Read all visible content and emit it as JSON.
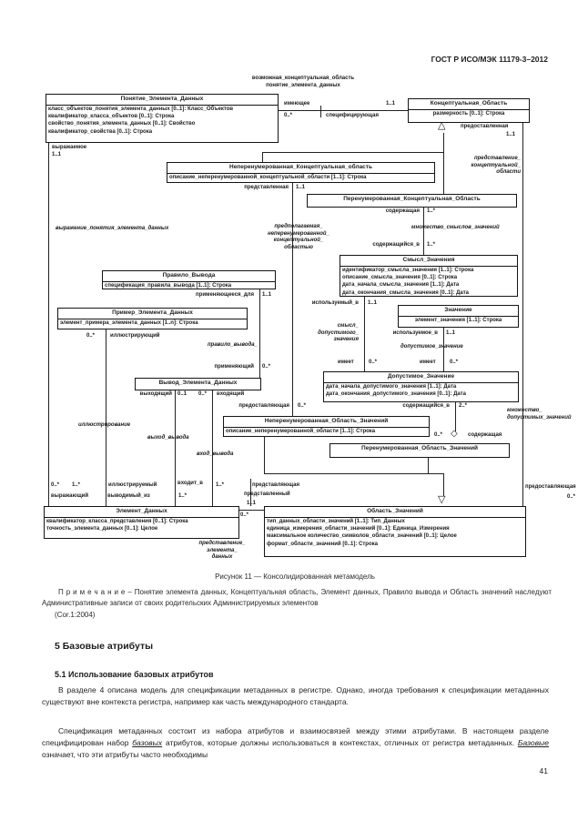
{
  "page": {
    "header_code": "ГОСТ Р ИСО/МЭК 11179-3–2012",
    "figure_caption": "Рисунок 11 — Консолидированная метамодель",
    "note": {
      "label": "П р и м е ч а н и е",
      "text": "– Понятие элемента данных, Концептуальная область, Элемент данных, Правило вывода и Область значений наследуют Административные записи от своих родительских Администрируемых элементов",
      "ref": "(Cor.1:2004)"
    },
    "section5": {
      "heading": "5 Базовые атрибуты",
      "subheading": "5.1 Использование базовых атрибутов",
      "para1": "В разделе 4 описана модель для спецификации метаданных в регистре. Однако, иногда требования к спецификации метаданных существуют вне контекста регистра, например как часть международного стандарта.",
      "para2": {
        "s0": "Спецификация метаданных состоит из набора атрибутов и взаимосвязей между этими атрибутами. В настоящем разделе специфицирован набор ",
        "s1": "базовых",
        "s2": " атрибутов, которые должны использоваться в контекстах, отличных от регистра метаданных. ",
        "s3": "Базовые",
        "s4": " означает, что эти атрибуты часто необходимы"
      }
    },
    "page_number": "41"
  },
  "diagram": {
    "cards": {
      "one": "1..1",
      "zero_many": "0..*",
      "one_many": "1..*",
      "two_many": "2..*",
      "zero_one": "0..1"
    },
    "boxes": {
      "data_element_concept": {
        "title": "Понятие_Элемента_Данных",
        "attrs": [
          "класс_объектов_понятия_элемента_данных [0..1]: Класс_Объектов",
          "квалификатор_класса_объектов [0..1]: Строка",
          "свойство_понятия_элемента_данных [0..1]: Свойство",
          "квалификатор_свойства [0..1]: Строка"
        ]
      },
      "conceptual_domain": {
        "title": "Концептуальная_Область",
        "attrs": [
          "размерность [0..1]: Строка"
        ]
      },
      "non_enumerated_cd": {
        "title": "Неперенумерованная_Концептуальная_область",
        "attrs": [
          "описание_неперенумерованной_концептуальной_области [1..1]: Строка"
        ]
      },
      "enumerated_cd": {
        "title": "Перенумерованная_Концептуальная_Область"
      },
      "derivation_rule": {
        "title": "Правило_Вывода",
        "attrs": [
          "спецификация_правила_вывода [1..1]: Строка"
        ]
      },
      "data_element_example": {
        "title": "Пример_Элемента_Данных",
        "attrs": [
          "элемент_примера_элемента_данных [1..n]: Строка"
        ]
      },
      "value_meaning": {
        "title": "Смысл_Значения",
        "attrs": [
          "идентификатор_смысла_значения [1..1]: Строка",
          "описание_смысла_значения [0..1]: Строка",
          "дата_начала_смысла_значения [1..1]: Дата",
          "дата_окончания_смысла_значения [0..1]: Дата"
        ]
      },
      "value": {
        "title": "Значение",
        "attrs": [
          "элемент_значения [1..1]: Строка"
        ]
      },
      "permissible_value": {
        "title": "Допустимое_Значение",
        "attrs": [
          "дата_начала_допустимого_значения [1..1]: Дата",
          "дата_окончания_допустимого_значения [0..1]: Дата"
        ]
      },
      "data_element_derivation": {
        "title": "Вывод_Элемента_Данных"
      },
      "non_enumerated_vd": {
        "title": "Неперенумерованная_Область_Значений",
        "attrs": [
          "описание_неперенумерованной_области [1..1]: Строка"
        ]
      },
      "enumerated_vd": {
        "title": "Перенумерованная_Область_Значений"
      },
      "data_element": {
        "title": "Элемент_Данных",
        "attrs": [
          "квалификатор_класса_представления [0..1]: Строка",
          "точность_элемента_данных [0..1]: Целое"
        ]
      },
      "value_domain": {
        "title": "Область_Значений",
        "attrs": [
          "тип_данных_области_значений [1..1]: Тип_Данных",
          "единица_измерения_области_значений [0..1]: Единица_Измерения",
          "максимальное количество_символов_области_значений [0..1]: Целое",
          "формат_области_значений [0..1]: Строка"
        ]
      }
    },
    "labels": {
      "assoc_top_1": "возможная_концептуальная_область",
      "assoc_top_2": "понятие_элемента_данных",
      "imeyushchee": "имеющее",
      "spetsifitsiruyushchaya": "специфицирующая",
      "vyrazhaemoe": "выражаемое",
      "vyrazhayushchij": "выражающий",
      "vyrazhenie": "выражение_понятия_элемента_данных",
      "predstavlennaya": "представленная",
      "predpolagaemaya": [
        "предполагаемая_",
        "неперенумерованной_",
        "концептуальной_",
        "областью"
      ],
      "soderzhashchaya": "содержащая",
      "mn_smyslov": "множество_смыслов_значений",
      "soderzhashchijsya_v": "содержащийся_в",
      "predostavlennaya": "предоставленная",
      "predstavlenie_ko": [
        "представление_",
        "концептуальной_",
        "области"
      ],
      "primenyayusheesya_dlya": "применяющееся_для",
      "pravilo_vyvoda": "правило_вывода_",
      "primenyayushchij": "применяющий",
      "illyustriruyushchij": "иллюстрирующий",
      "illyustrirovanie": "иллюстрирование",
      "illyustriruemyj": "иллюстрируемый",
      "ispolzuemyj_v": "используемый_в",
      "smysl_dop": [
        "смысл_",
        "допустимого_",
        "значения"
      ],
      "ispolzuemoe_v": "используемое_в",
      "dopustimoe_znachenie": "допустимое_значение",
      "imeet": "имеет",
      "mn_dopust": [
        "множество_",
        "допустимых_значений"
      ],
      "vykhodyashchij": "выходящий",
      "vkhodyashchij": "входящий",
      "vykhod_vyvoda": "выход_вывода",
      "vkhod_vyvoda": "вход_вывода",
      "predostavlyayushchaya": "предоставляющая",
      "vkhodit_v": "входит_в",
      "vyvodimyj_iz": "выводимый_из",
      "predstavlyayushchaya": "представляющая",
      "predstavlennyj": "представленный",
      "predstavlenie_ed": [
        "представление_",
        "элемента_",
        "данных"
      ]
    }
  }
}
